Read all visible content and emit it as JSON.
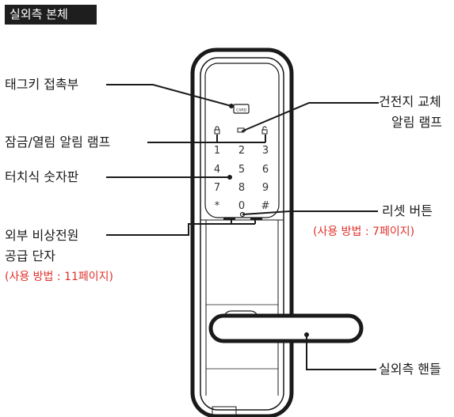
{
  "title": "실외측 본체",
  "labels": {
    "tag_key": "태그키 접촉부",
    "lock_lamp": "잠금/열림 알림 램프",
    "touch_pad": "터치식 숫자판",
    "external_power_line1": "외부 비상전원",
    "external_power_line2": "공급 단자",
    "external_power_note": "(사용 방법 : 11페이지)",
    "battery_line1": "건전지 교체",
    "battery_line2": "알림 램프",
    "reset": "리셋 버튼",
    "reset_note": "(사용 방법 : 7페이지)",
    "handle": "실외측 핸들"
  },
  "keypad": [
    "1",
    "2",
    "3",
    "4",
    "5",
    "6",
    "7",
    "8",
    "9",
    "*",
    "0",
    "#"
  ],
  "card_text": "CARD",
  "colors": {
    "accent_note": "#e0322b",
    "line": "#1a1a1a"
  }
}
